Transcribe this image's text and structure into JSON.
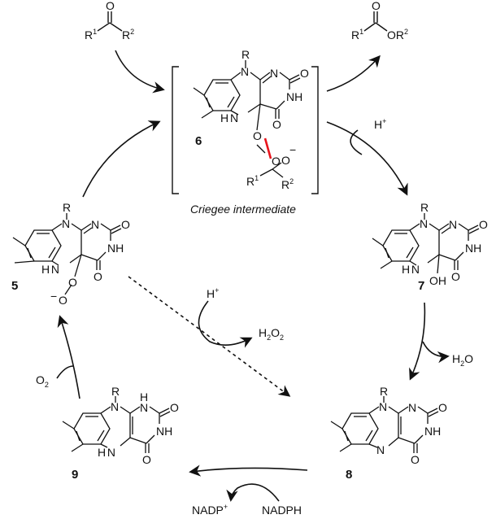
{
  "compounds": {
    "c5": "5",
    "c6": "6",
    "c7": "7",
    "c8": "8",
    "c9": "9"
  },
  "caption": "Criegee intermediate",
  "atoms": {
    "N": "N",
    "NH": "NH",
    "H": "H",
    "O": "O",
    "R": "R",
    "OH": "OH",
    "minus": "−"
  },
  "ketone": {
    "r1": "R",
    "r1_sup": "1",
    "r2": "R",
    "r2_sup": "2"
  },
  "ester": {
    "r1": "R",
    "r1_sup": "1",
    "o": "OR",
    "r2_sup": "2"
  },
  "criegee": {
    "r1": "R",
    "r1_sup": "1",
    "r2": "R",
    "r2_sup": "2"
  },
  "reagents": {
    "h_plus_top": "H",
    "h_plus_mid": "H",
    "plus": "+",
    "h2o2": "H",
    "h2o2_sub1": "2",
    "h2o2_o": "O",
    "h2o2_sub2": "2",
    "h2o": "H",
    "h2o_sub": "2",
    "h2o_o": "O",
    "o2": "O",
    "o2_sub": "2",
    "nadp": "NADP",
    "nadp_sup": "+",
    "nadph": "NADPH"
  },
  "colors": {
    "peroxide_bond": "#e8141c",
    "ink": "#111111"
  }
}
